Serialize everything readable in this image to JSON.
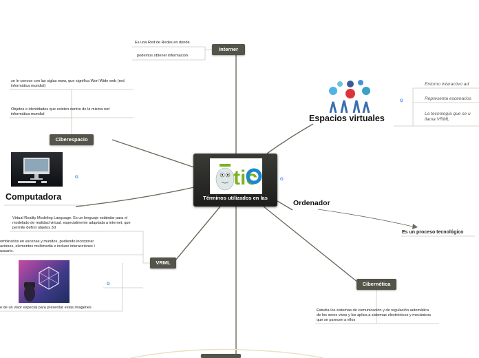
{
  "central": {
    "title": "Términos utilizados en las",
    "logo_text": "tic"
  },
  "nodes": {
    "interner": "Interner",
    "ciberespacio": "Ciberespacio",
    "vrml": "VRML",
    "cibernetica": "Cibernética"
  },
  "labels": {
    "espacios_virtuales": "Espacios virtuales",
    "computadora": "Computadora",
    "ordenador": "Ordenador"
  },
  "leaves": {
    "interner_1": "Es una Red de Redes en donde",
    "interner_2": "podemos obtener informacion",
    "ciber_1": "se le conoce con las siglas www, que significa Worl Wide web (red informática mundial)",
    "ciber_2": "Objetos e identidades que existen dentro de la misma red informática mundial",
    "espacios_1": "Entorno interactivo ad",
    "espacios_2": "Representa escenarios",
    "espacios_3": "La tecnología que se u llama VRML",
    "ordenador_1": "Es un proceso tecnológico",
    "vrml_1": "Virtual Reality Modeling Language. Es un lenguaje estándar para el modelado de realidad virtual, especialmente adaptada a internet, que permite definir objetos 3d",
    "vrml_2": "ombinarlos en escenas y mundos, pudiendo incorporar aciones, elementos multimedia e incluso interacciones l usuario.",
    "vrml_3": "e de un visor especial para presentar estas imagenes",
    "cibernetica_1": "Estudia los sistemas de comunicación y de regulación automática de los seres vivos y los aplica a sistemas electrónicos y mecánicos que se parecen a ellos"
  },
  "icons": {
    "google_mark": "G",
    "social_icons": [
      "twitter-icon",
      "facebook-icon",
      "power-icon",
      "pinterest-icon",
      "gear-icon",
      "users-icon"
    ]
  },
  "colors": {
    "node_bg": "#54544b",
    "central_bg": "#2a2a27",
    "link": "#6b6b5e",
    "logo_green": "#7ab21f",
    "logo_blue": "#1e88c9"
  }
}
